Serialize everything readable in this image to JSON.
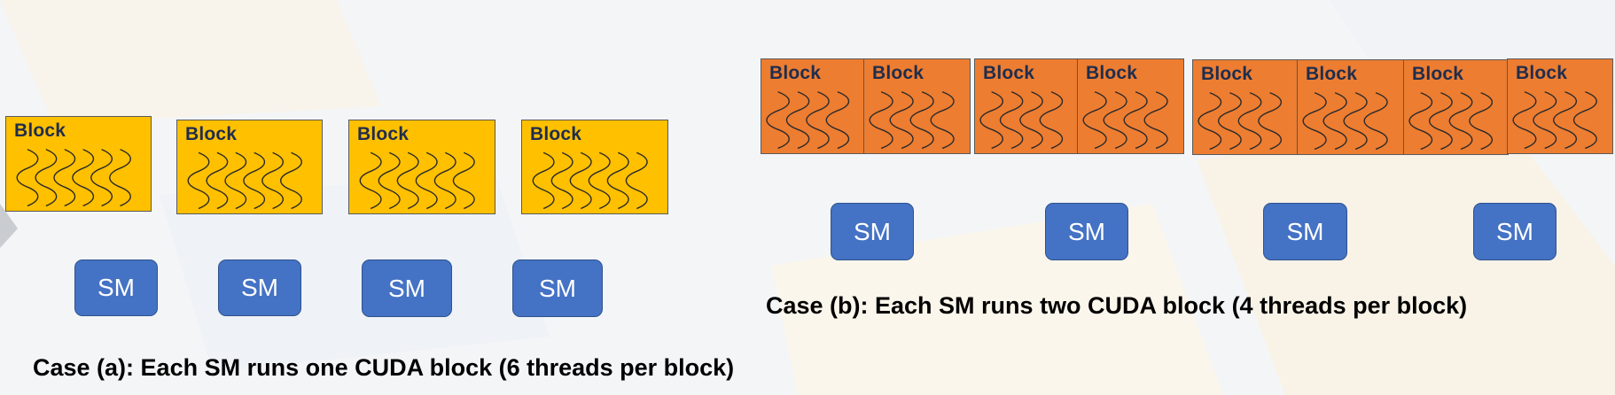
{
  "labels": {
    "block": "Block",
    "sm": "SM"
  },
  "case_a": {
    "caption": "Case (a): Each SM runs one CUDA block (6 threads per block)",
    "threads_per_block": 6,
    "block_count": 4,
    "sm_count": 4,
    "block_color": "#ffc000"
  },
  "case_b": {
    "caption": "Case (b): Each SM runs two CUDA block (4 threads per block)",
    "threads_per_block": 4,
    "block_count": 8,
    "sm_count": 4,
    "block_color": "#ed7d31"
  },
  "colors": {
    "sm": "#4472c4",
    "label_text": "#1f2d4d"
  }
}
